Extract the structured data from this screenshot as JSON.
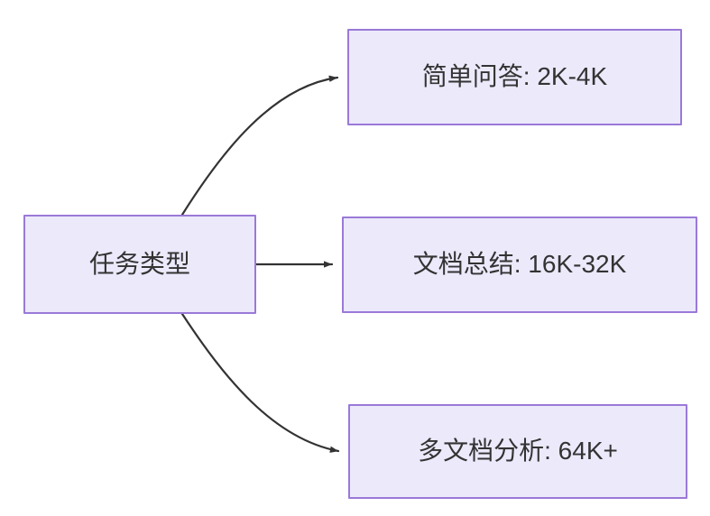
{
  "diagram": {
    "type": "flowchart",
    "direction": "left-to-right",
    "background_color": "#ffffff",
    "node_fill_color": "#ece9fb",
    "node_border_color": "#9a79d8",
    "node_text_color": "#333333",
    "edge_color": "#333333",
    "nodes": [
      {
        "id": "source",
        "label": "任务类型"
      },
      {
        "id": "t1",
        "label": "简单问答: 2K-4K"
      },
      {
        "id": "t2",
        "label": "文档总结: 16K-32K"
      },
      {
        "id": "t3",
        "label": "多文档分析: 64K+"
      }
    ],
    "edges": [
      {
        "from": "source",
        "to": "t1",
        "label": "",
        "style": "curved",
        "arrowhead": "solid-triangle"
      },
      {
        "from": "source",
        "to": "t2",
        "label": "",
        "style": "straight",
        "arrowhead": "solid-triangle"
      },
      {
        "from": "source",
        "to": "t3",
        "label": "",
        "style": "curved",
        "arrowhead": "solid-triangle"
      }
    ]
  }
}
